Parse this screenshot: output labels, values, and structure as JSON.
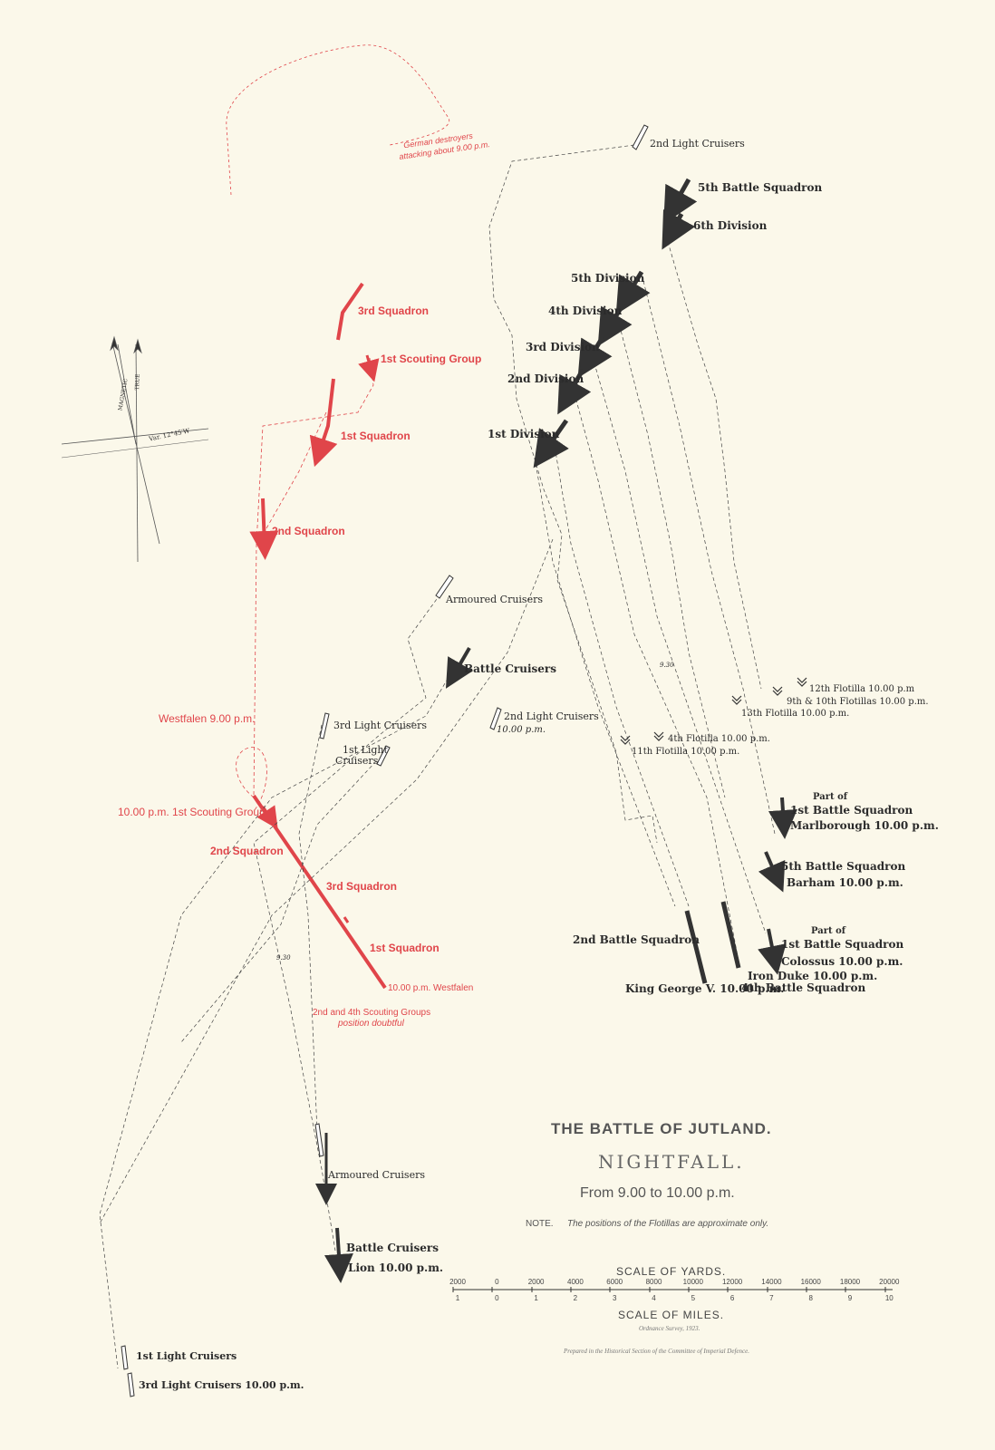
{
  "title": {
    "line1": "THE BATTLE OF JUTLAND.",
    "line2": "NIGHTFALL.",
    "line3": "From 9.00 to 10.00 p.m.",
    "note_label": "NOTE.",
    "note_text": "The positions of the Flotillas are approximate only."
  },
  "scale": {
    "yards_title": "SCALE OF YARDS.",
    "yards_ticks": [
      "2000",
      "0",
      "2000",
      "4000",
      "6000",
      "8000",
      "10000",
      "12000",
      "14000",
      "16000",
      "18000",
      "20000"
    ],
    "miles_title": "SCALE OF MILES.",
    "miles_ticks": [
      "1",
      "0",
      "1",
      "2",
      "3",
      "4",
      "5",
      "6",
      "7",
      "8",
      "9",
      "10"
    ],
    "survey": "Ordnance Survey, 1923.",
    "prepared": "Prepared in the Historical Section of the Committee of Imperial Defence."
  },
  "compass": {
    "magnetic": "MAGNETIC",
    "true": "TRUE",
    "variation": "Var. 12°45′W"
  },
  "colors": {
    "german": "#e0454a",
    "british": "#3a3a3a",
    "paper": "#fbf8ea"
  },
  "german_labels": {
    "destroyers": "German destroyers",
    "destroyers2": "attacking about 9.00 p.m.",
    "sq3_top": "3rd Squadron",
    "sg1_top": "1st Scouting Group",
    "sq1_top": "1st Squadron",
    "sq2_top": "2nd Squadron",
    "westfalen9": "Westfalen 9.00 p.m.",
    "sg1_10": "10.00 p.m. 1st Scouting Group",
    "sq2_bot": "2nd Squadron",
    "sq3_bot": "3rd Squadron",
    "sq1_bot": "1st Squadron",
    "westfalen10": "10.00 p.m. Westfalen",
    "doubtful1": "2nd and 4th Scouting Groups",
    "doubtful2": "position doubtful"
  },
  "british_labels": {
    "lc2_top": "2nd Light Cruisers",
    "bs5": "5th Battle Squadron",
    "div6": "6th Division",
    "div5": "5th Division",
    "div4": "4th Division",
    "div3": "3rd Division",
    "div2": "2nd Division",
    "div1": "1st Division",
    "armoured_top": "Armoured Cruisers",
    "bc_top": "Battle Cruisers",
    "lc3_top": "3rd Light Cruisers",
    "lc1_top_a": "1st Light",
    "lc1_top_b": "Cruisers",
    "lc2_mid": "2nd Light Cruisers",
    "lc2_mid_time": "10.00 p.m.",
    "fl12": "12th Flotilla 10.00 p.m",
    "fl910": "9th & 10th Flotillas 10.00 p.m.",
    "fl13": "13th Flotilla 10.00 p.m.",
    "fl4": "4th Flotilla 10.00 p.m.",
    "fl11": "11th Flotilla 10.00 p.m.",
    "part_of_a": "Part of",
    "bs1_a": "1st Battle Squadron",
    "marlborough": "Marlborough 10.00 p.m.",
    "bs5_bot": "5th Battle Squadron",
    "barham": "Barham 10.00 p.m.",
    "part_of_b": "Part of",
    "bs1_b": "1st Battle Squadron",
    "colossus": "Colossus 10.00 p.m.",
    "bs2": "2nd Battle Squadron",
    "iron_duke": "Iron Duke 10.00 p.m.",
    "kg5": "King George V. 10.00 p.m.",
    "bs4": "4th Battle Squadron",
    "armoured_bot": "Armoured Cruisers",
    "bc_bot": "Battle Cruisers",
    "lion": "Lion 10.00 p.m.",
    "lc1_bot": "1st Light Cruisers",
    "lc3_bot": "3rd Light Cruisers 10.00 p.m.",
    "time930a": "9.30",
    "time930b": "9.30"
  }
}
